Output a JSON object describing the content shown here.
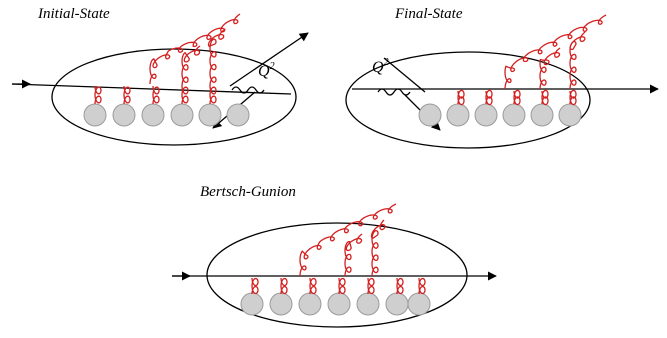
{
  "labels": {
    "initial_state": "Initial-State",
    "final_state": "Final-State",
    "bertsch_gunion": "Bertsch-Gunion",
    "q2_base": "Q",
    "q2_exp": "2"
  },
  "colors": {
    "gluon": "#d42020",
    "nucleon_fill": "#cfcfcf",
    "nucleon_stroke": "#9a9a9a",
    "line": "#000000"
  }
}
